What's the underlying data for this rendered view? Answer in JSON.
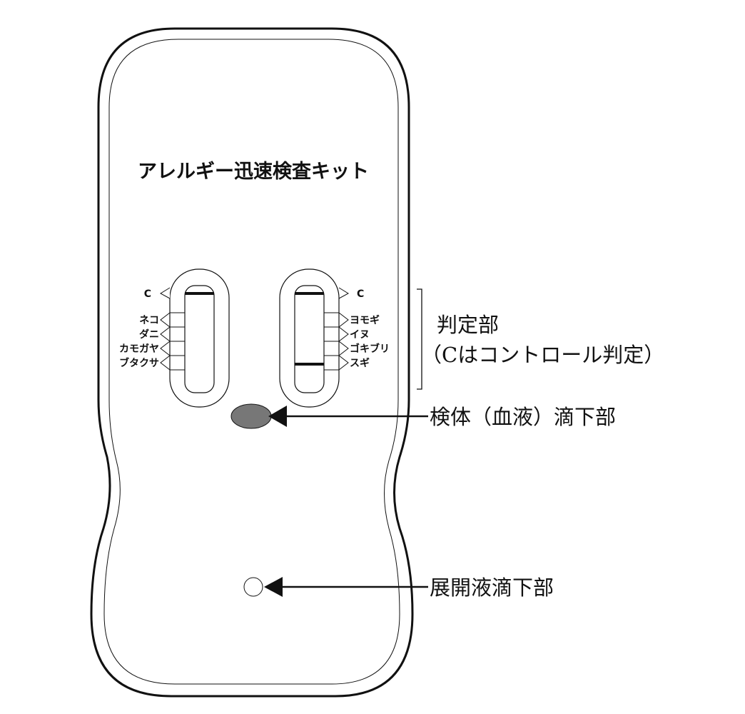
{
  "title": "アレルギー迅速検査キット",
  "left_window": {
    "control_label": "C",
    "allergens": [
      "ネコ",
      "ダニ",
      "カモガヤ",
      "ブタクサ"
    ]
  },
  "right_window": {
    "control_label": "C",
    "allergens": [
      "ヨモギ",
      "イヌ",
      "ゴキブリ",
      "スギ"
    ]
  },
  "callouts": {
    "judgment_title": "判定部",
    "judgment_note": "（Cはコントロール判定）",
    "sample_port": "検体（血液）滴下部",
    "buffer_port": "展開液滴下部"
  },
  "colors": {
    "sample_fill": "#777777",
    "line": "#111111"
  }
}
